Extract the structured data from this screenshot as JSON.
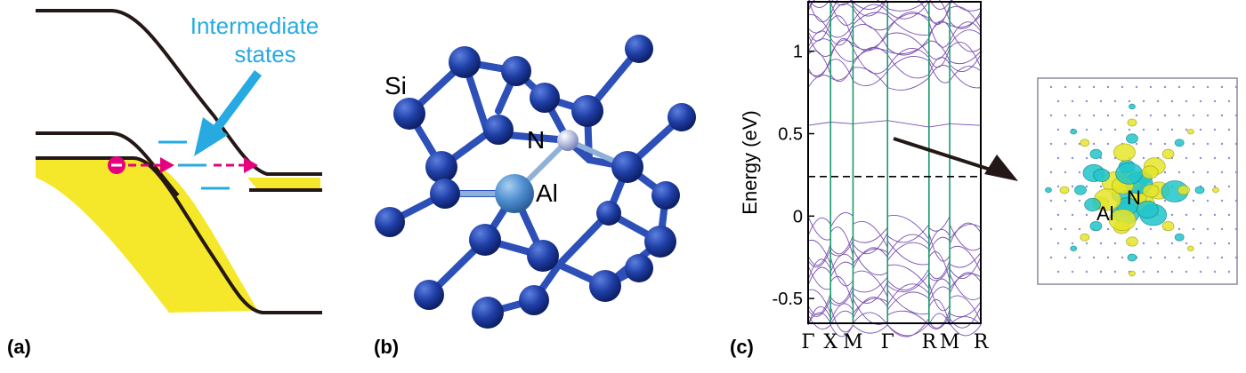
{
  "panel_a": {
    "label": "(a)",
    "annotation_line1": "Intermediate",
    "annotation_line2": "states",
    "accent_color": "#27aae1",
    "electron_color": "#e6007e",
    "fill_color": "#f5e82a"
  },
  "panel_b": {
    "label": "(b)",
    "atom_si": "Si",
    "atom_n": "N",
    "atom_al": "Al",
    "si_color": "#1f3fa6",
    "n_color": "#b8bfe0",
    "al_color": "#4f8fd0"
  },
  "panel_c": {
    "label": "(c)",
    "ylabel": "Energy (eV)",
    "yticks": [
      "1",
      "0.5",
      "0",
      "-0.5"
    ],
    "kpoints": [
      "Γ",
      "X",
      "M",
      "Γ",
      "R",
      "M",
      "R"
    ],
    "band_color": "#7a4fb0",
    "kline_color": "#1a9a6a",
    "inset_atom_n": "N",
    "inset_atom_al": "Al",
    "iso_yellow": "#e6e62a",
    "iso_cyan": "#21c6cc"
  },
  "chart_data": {
    "type": "line",
    "ylabel": "Energy (eV)",
    "ylim": [
      -0.65,
      1.3
    ],
    "x_labels": [
      "Γ",
      "X",
      "M",
      "Γ",
      "R",
      "M",
      "R"
    ],
    "yticks": [
      1,
      0.5,
      0,
      -0.5
    ],
    "fermi_level": 0.24,
    "defect_band": [
      {
        "k": 0,
        "E": 0.55
      },
      {
        "k": 1,
        "E": 0.57
      },
      {
        "k": 2,
        "E": 0.56
      },
      {
        "k": 3,
        "E": 0.58
      },
      {
        "k": 4,
        "E": 0.54
      },
      {
        "k": 5,
        "E": 0.56
      },
      {
        "k": 6,
        "E": 0.55
      }
    ]
  }
}
